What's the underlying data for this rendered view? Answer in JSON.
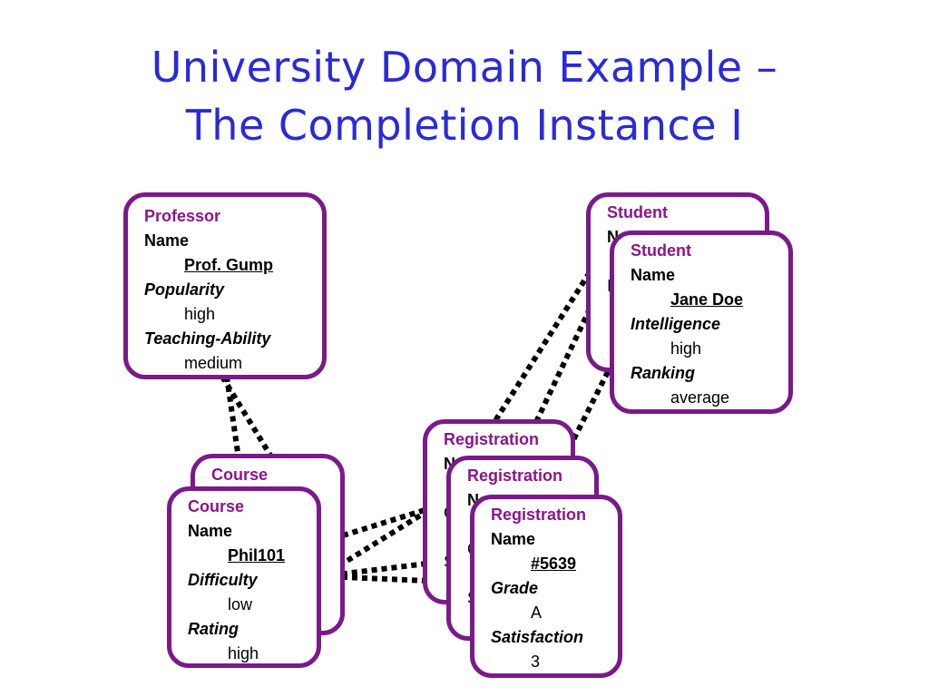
{
  "title": {
    "line1": "University Domain Example –",
    "line2": "The Completion Instance I"
  },
  "professor": {
    "class_label": "Professor",
    "name_label": "Name",
    "name_value": "Prof. Gump",
    "popularity_label": "Popularity",
    "popularity_value": "high",
    "teaching_label": "Teaching-Ability",
    "teaching_value": "medium"
  },
  "student_back": {
    "class_label": "Student",
    "partial_1": "Na",
    "partial_2": "I"
  },
  "student_front": {
    "class_label": "Student",
    "name_label": "Name",
    "name_value": "Jane Doe",
    "intelligence_label": "Intelligence",
    "intelligence_value": "high",
    "ranking_label": "Ranking",
    "ranking_value": "average"
  },
  "course_back": {
    "class_label": "Course"
  },
  "course_front": {
    "class_label": "Course",
    "name_label": "Name",
    "name_value": "Phil101",
    "difficulty_label": "Difficulty",
    "difficulty_value": "low",
    "rating_label": "Rating",
    "rating_value": "high"
  },
  "registration_back": {
    "class_label": "Registration",
    "partial_1": "N",
    "partial_2": "G",
    "partial_3": "S"
  },
  "registration_mid": {
    "class_label": "Registration",
    "partial_1": "Na",
    "partial_2": "G",
    "partial_3": "S"
  },
  "registration_front": {
    "class_label": "Registration",
    "name_label": "Name",
    "name_value": "#5639",
    "grade_label": "Grade",
    "grade_value": "A",
    "satisfaction_label": "Satisfaction",
    "satisfaction_value": "3"
  }
}
